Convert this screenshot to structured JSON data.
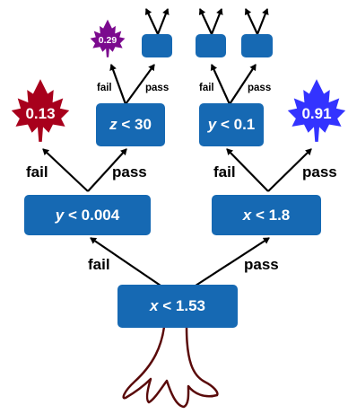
{
  "tree": {
    "root": {
      "var": "x",
      "op": "<",
      "val": "1.53"
    },
    "left": {
      "var": "y",
      "op": "<",
      "val": "0.004"
    },
    "right": {
      "var": "x",
      "op": "<",
      "val": "1.8"
    },
    "left_right": {
      "var": "z",
      "op": "<",
      "val": "30"
    },
    "right_left": {
      "var": "y",
      "op": "<",
      "val": "0.1"
    }
  },
  "edges": {
    "fail": "fail",
    "pass": "pass"
  },
  "leaves": {
    "leaf_left": {
      "value": "0.13",
      "color": "#a8001c"
    },
    "leaf_right": {
      "value": "0.91",
      "color": "#3333ff"
    },
    "leaf_small": {
      "value": "0.29",
      "color": "#7b0a8e"
    }
  },
  "colors": {
    "node": "#1669b3",
    "arrow": "#000000",
    "trunk": "#5a0a0a"
  },
  "icons": [
    "maple-leaf-icon",
    "arrow-icon",
    "tree-trunk-icon"
  ]
}
